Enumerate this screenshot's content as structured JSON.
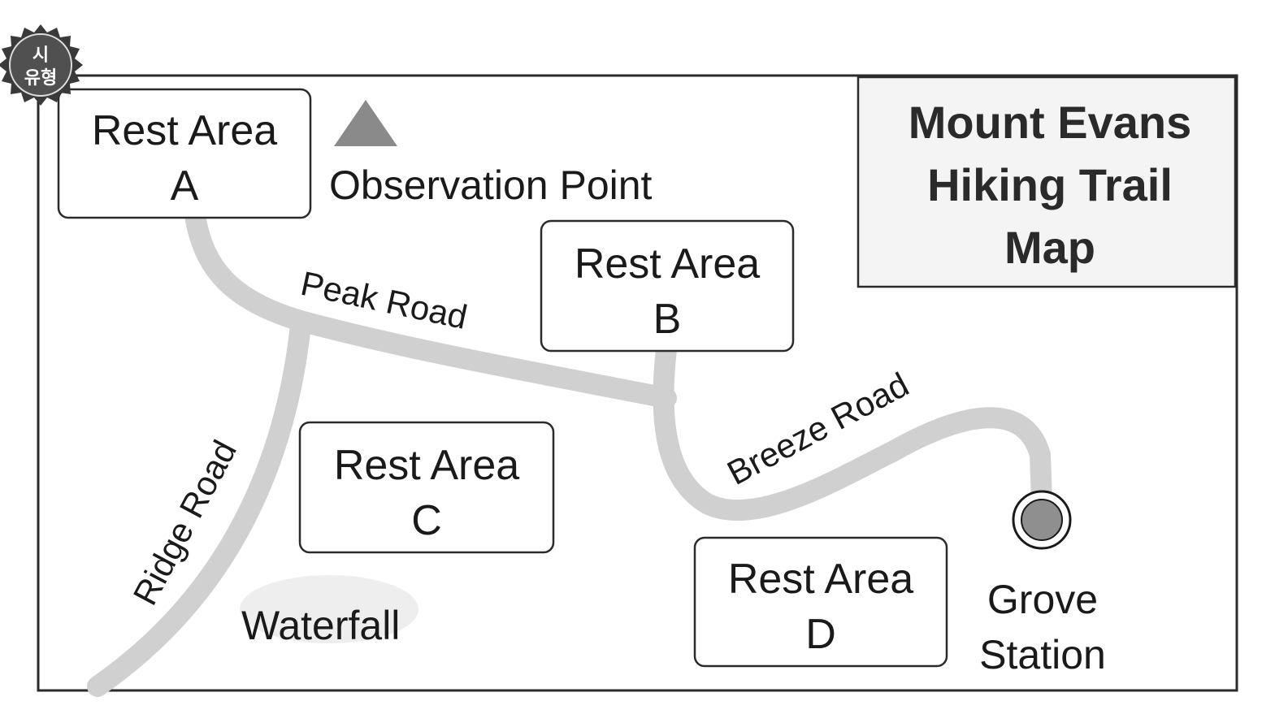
{
  "map": {
    "title_lines": [
      "Mount Evans",
      "Hiking Trail",
      "Map"
    ],
    "rest_areas": [
      {
        "line1": "Rest Area",
        "line2": "A"
      },
      {
        "line1": "Rest Area",
        "line2": "B"
      },
      {
        "line1": "Rest Area",
        "line2": "C"
      },
      {
        "line1": "Rest Area",
        "line2": "D"
      }
    ],
    "roads": [
      "Peak Road",
      "Ridge Road",
      "Breeze Road"
    ],
    "points_of_interest": {
      "observation_point": "Observation Point",
      "waterfall": "Waterfall",
      "grove_station": [
        "Grove",
        "Station"
      ]
    },
    "seal": {
      "line1": "시",
      "line2": "유형"
    },
    "icons": {
      "observation_point": "triangle-icon",
      "grove_station": "station-circle-icon"
    },
    "colors": {
      "road": "#d0d0d0",
      "triangle": "#8a8a8a",
      "station": "#8f8f8f",
      "border": "#2b2b2b"
    }
  }
}
